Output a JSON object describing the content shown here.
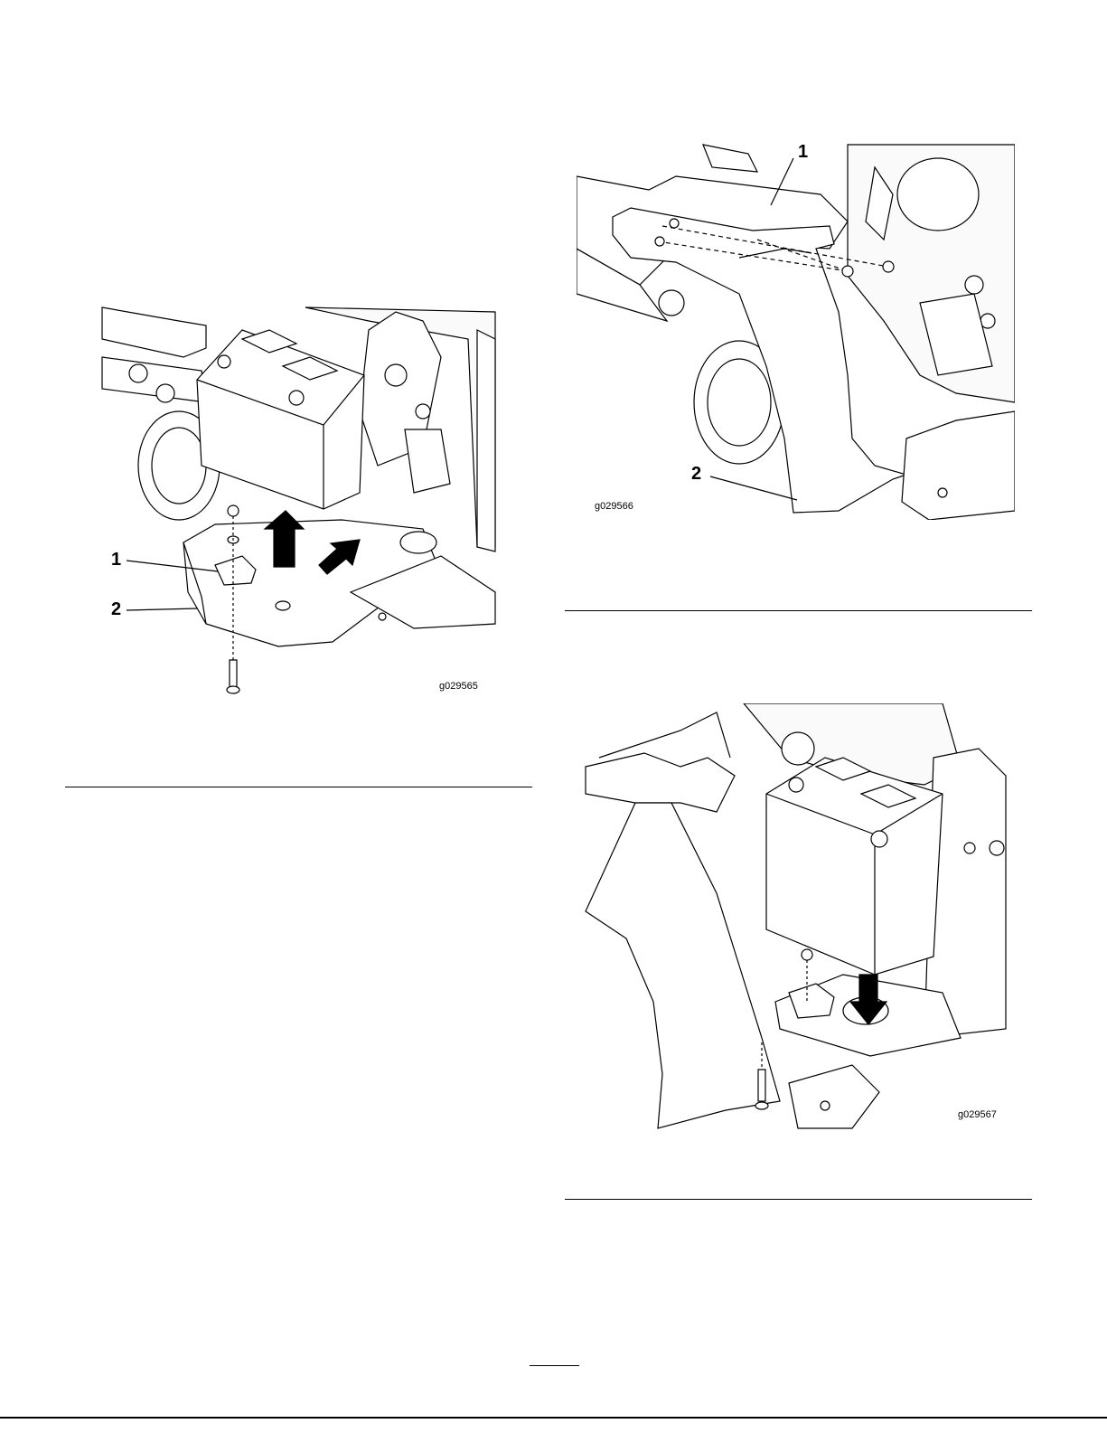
{
  "figures": [
    {
      "code": "g029565",
      "callouts": [
        "1",
        "2"
      ]
    },
    {
      "code": "g029566",
      "callouts": [
        "1",
        "2"
      ]
    },
    {
      "code": "g029567",
      "callouts": []
    }
  ]
}
